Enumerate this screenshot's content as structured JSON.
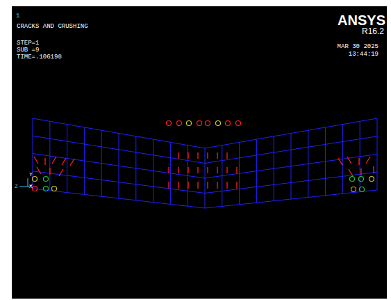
{
  "diagram": {
    "title": "CRACKS AND CRUSHING",
    "labels": [
      "1",
      "STEP=1",
      "SUB =9",
      "TIME=.106198",
      "ANSYS",
      "R16.2",
      "MAR 30 2025",
      "13:44:19",
      "Y",
      "Z",
      "X"
    ]
  }
}
